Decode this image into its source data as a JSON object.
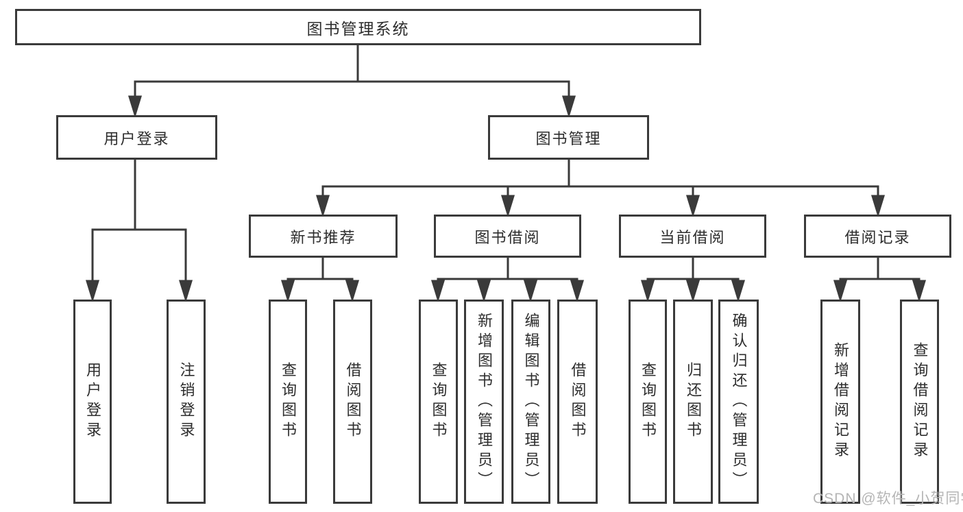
{
  "tree": {
    "root": {
      "label": "图书管理系统",
      "children": [
        {
          "label": "用户登录",
          "children": [
            {
              "label": "用户登录"
            },
            {
              "label": "注销登录"
            }
          ]
        },
        {
          "label": "图书管理",
          "children": [
            {
              "label": "新书推荐",
              "children": [
                {
                  "label": "查询图书"
                },
                {
                  "label": "借阅图书"
                }
              ]
            },
            {
              "label": "图书借阅",
              "children": [
                {
                  "label": "查询图书"
                },
                {
                  "label": "新增图书（管理员）"
                },
                {
                  "label": "编辑图书（管理员）"
                },
                {
                  "label": "借阅图书"
                }
              ]
            },
            {
              "label": "当前借阅",
              "children": [
                {
                  "label": "查询图书"
                },
                {
                  "label": "归还图书"
                },
                {
                  "label": "确认归还（管理员）"
                }
              ]
            },
            {
              "label": "借阅记录",
              "children": [
                {
                  "label": "新增借阅记录"
                },
                {
                  "label": "查询借阅记录"
                }
              ]
            }
          ]
        }
      ]
    }
  },
  "watermark": {
    "text": "CSDN @软件_小贺同学"
  },
  "colors": {
    "line": "#3a3a3a",
    "text": "#2d2d2d",
    "box_background": "#ffffff",
    "watermark": "#b5b5b5",
    "background": "#ffffff"
  }
}
